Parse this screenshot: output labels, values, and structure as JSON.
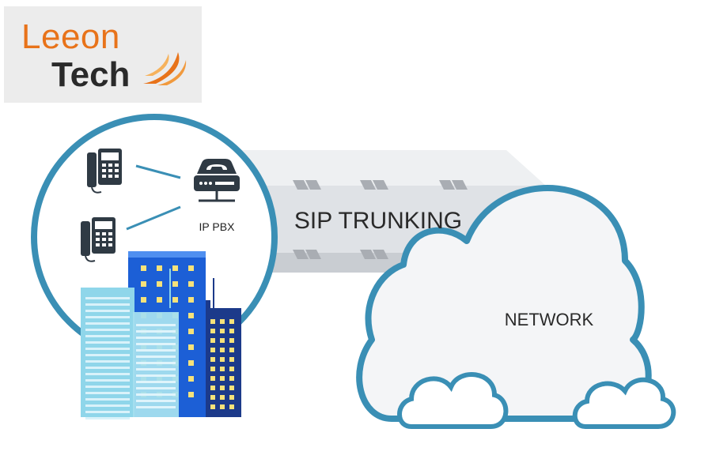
{
  "logo": {
    "line1": "Leeon",
    "line2": "Tech"
  },
  "diagram": {
    "pbx_label": "IP PBX",
    "trunk_label": "SIP TRUNKING",
    "cloud_label": "NETWORK"
  },
  "colors": {
    "outline": "#3a8fb5",
    "trunk_gray": "#dfe2e6",
    "building_blue": "#1c5fd6",
    "building_dark": "#1c3a8a",
    "building_light": "#8fd6ea",
    "logo_orange": "#e8731a",
    "icon_dark": "#2f3a44"
  }
}
